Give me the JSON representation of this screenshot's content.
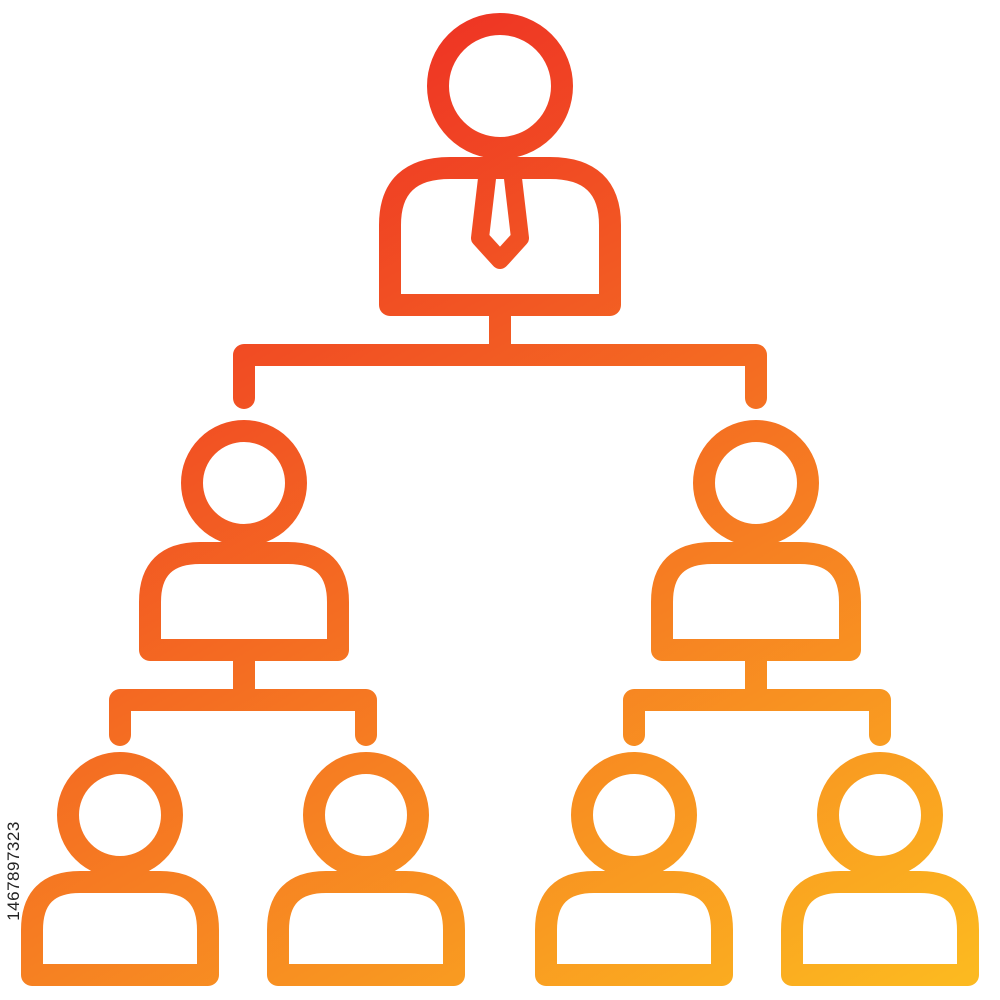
{
  "diagram": {
    "type": "org-chart-icon",
    "nodes": [
      {
        "id": "manager",
        "role": "manager",
        "icon": "person-with-tie-icon"
      },
      {
        "id": "lead-left",
        "role": "team-lead",
        "icon": "person-icon"
      },
      {
        "id": "lead-right",
        "role": "team-lead",
        "icon": "person-icon"
      },
      {
        "id": "member-1",
        "role": "member",
        "icon": "person-icon"
      },
      {
        "id": "member-2",
        "role": "member",
        "icon": "person-icon"
      },
      {
        "id": "member-3",
        "role": "member",
        "icon": "person-icon"
      },
      {
        "id": "member-4",
        "role": "member",
        "icon": "person-icon"
      }
    ],
    "edges": [
      [
        "manager",
        "lead-left"
      ],
      [
        "manager",
        "lead-right"
      ],
      [
        "lead-left",
        "member-1"
      ],
      [
        "lead-left",
        "member-2"
      ],
      [
        "lead-right",
        "member-3"
      ],
      [
        "lead-right",
        "member-4"
      ]
    ]
  },
  "colors": {
    "gradient_start": "#ee3124",
    "gradient_end": "#fcb920",
    "background": "#ffffff",
    "watermark_text": "#222222"
  },
  "watermark": {
    "stock_id": "1467897323"
  }
}
